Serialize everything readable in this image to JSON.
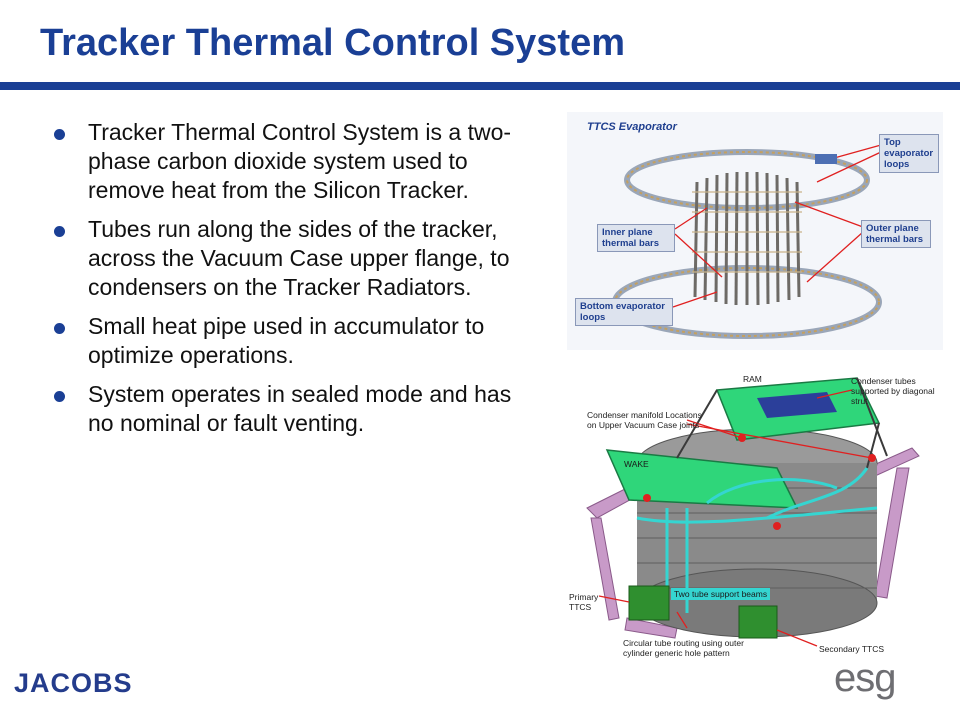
{
  "slide": {
    "title": "Tracker Thermal Control System",
    "bullets": [
      "Tracker Thermal Control System is a two-phase carbon dioxide system used to remove heat from the Silicon Tracker.",
      "Tubes run along the sides of the tracker, across the Vacuum Case upper flange, to condensers on the Tracker Radiators.",
      "Small heat pipe used in accumulator to optimize operations.",
      "System operates in sealed mode and has no nominal or fault venting."
    ]
  },
  "figure_evaporator": {
    "title": "TTCS Evaporator",
    "callouts": {
      "top": "Top evaporator loops",
      "inner": "Inner plane thermal bars",
      "outer": "Outer plane thermal bars",
      "bottom": "Bottom evaporator loops"
    }
  },
  "figure_structure": {
    "labels": {
      "ram": "RAM",
      "condenser_tubes": "Condenser tubes supported by diagonal strut",
      "condenser_manifold": "Condenser manifold Locations on Upper Vacuum Case joints",
      "wake": "WAKE",
      "two_tube": "Two tube support beams",
      "primary": "Primary TTCS",
      "circular": "Circular tube routing using outer cylinder generic hole pattern",
      "secondary": "Secondary TTCS"
    }
  },
  "footer": {
    "left_logo": "JACOBS",
    "right_logo": "esg"
  },
  "colors": {
    "title_blue": "#1a3f95",
    "callout_red": "#e02020",
    "wake_green": "#2fd67a",
    "tube_cyan": "#35d5d1",
    "frame_pink": "#c89ac8"
  }
}
